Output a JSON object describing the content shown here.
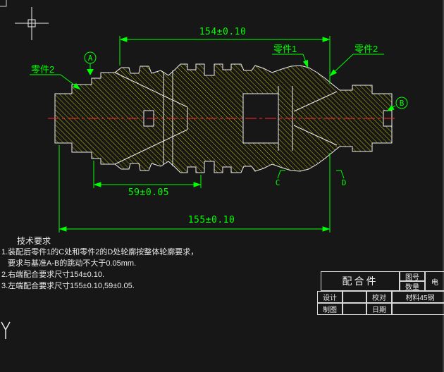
{
  "viewport": {
    "background": "#171717",
    "colors": {
      "outline": "#efefef",
      "hatch": "#d8d800",
      "dimension": "#00ff00",
      "centerline": "#ff2a2a",
      "text": "#e9e9e9"
    }
  },
  "dimensions": {
    "top": "154±0.10",
    "middle": "59±0.05",
    "bottom": "155±0.10"
  },
  "labels": {
    "part1": "零件1",
    "part2_left": "零件2",
    "part2_right": "零件2",
    "datum_a": "A",
    "datum_b": "B",
    "mark_c": "C",
    "mark_d": "D"
  },
  "technical_requirements": {
    "title": "技术要求",
    "lines": [
      "1.装配后零件1的C处和零件2的D处轮廓按整体轮廓要求，",
      "要求与基准A-B的跳动不大于0.05mm.",
      "2.右端配合要求尺寸154±0.10.",
      "3.左端配合要求尺寸155±0.10,59±0.05."
    ]
  },
  "title_block": {
    "part_name": "配合件",
    "drawing_no_label": "图号",
    "quantity_label": "数量",
    "drawing_no_value": "电",
    "design_label": "设计",
    "check_label": "校对",
    "material_label": "材料45钢",
    "draft_label": "制图",
    "date_label": "日期"
  }
}
